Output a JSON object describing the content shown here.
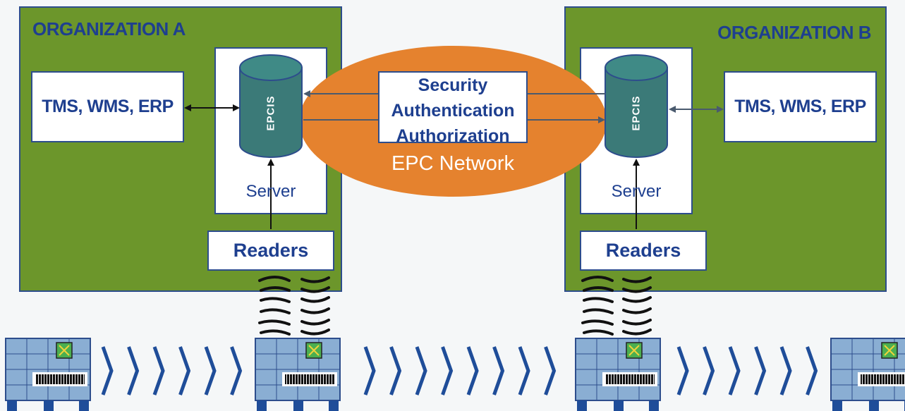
{
  "org_a": {
    "title": "ORGANIZATION A",
    "systems_label": "TMS, WMS, ERP",
    "database_label": "EPCIS",
    "server_label": "Server",
    "readers_label": "Readers"
  },
  "org_b": {
    "title": "ORGANIZATION B",
    "systems_label": "TMS, WMS, ERP",
    "database_label": "EPCIS",
    "server_label": "Server",
    "readers_label": "Readers"
  },
  "network": {
    "label": "EPC Network",
    "security_lines": [
      "Security",
      "Authentication",
      "Authorization"
    ]
  },
  "colors": {
    "org_fill": "#6c962b",
    "border": "#2d4d8c",
    "text_blue": "#1e3f8f",
    "network_orange": "#e5822e",
    "database_teal": "#3b7a78",
    "pallet_blue": "#8aaed3",
    "chevron_blue": "#1f4d99"
  }
}
